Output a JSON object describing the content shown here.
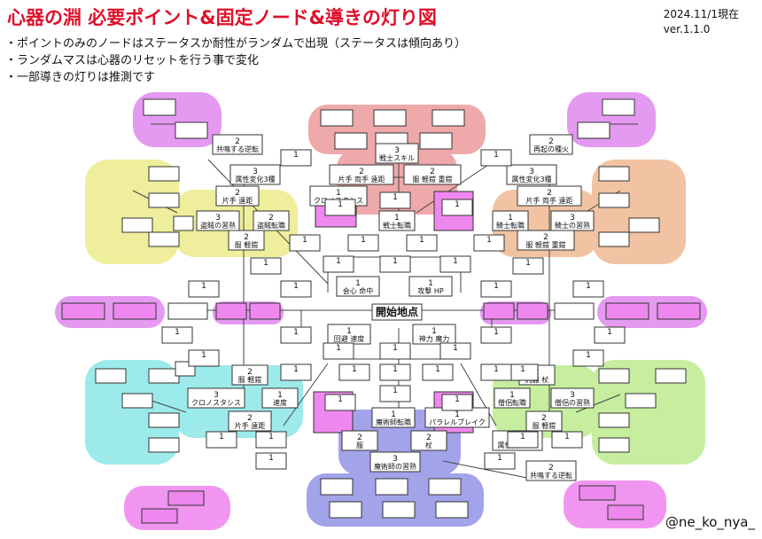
{
  "title": "心器の淵 必要ポイント&固定ノード&導きの灯り図",
  "date": "2024.11/1現在",
  "version": "ver.1.1.0",
  "notes": [
    "・ポイントのみのノードはステータスか耐性がランダムで出現（ステータスは傾向あり）",
    "・ランダムマスは心器のリセットを行う事で変化",
    "・一部導きの灯りは推測です"
  ],
  "credit": "@ne_ko_nya_",
  "start_label": "開始地点",
  "colors": {
    "red": "#eea9aa",
    "purple": "#e49af0",
    "yellow": "#eeee9c",
    "orange": "#f2c3a2",
    "cyan": "#9deaea",
    "green": "#c6ee9e",
    "blue": "#a3a3ea",
    "pink": "#f096f0",
    "node_fill": "#ffffff",
    "node_highlight": "#ee88ee"
  },
  "labeled_nodes": [
    {
      "n": "2",
      "t": "共鳴する逆転"
    },
    {
      "n": "3",
      "t": "属性変化3種"
    },
    {
      "n": "2",
      "t": "片手 遠距"
    },
    {
      "n": "3",
      "t": "盗賊の習熟"
    },
    {
      "n": "2",
      "t": "盗賊転職"
    },
    {
      "n": "2",
      "t": "服 軽鎧"
    },
    {
      "n": "3",
      "t": "戦士スキル"
    },
    {
      "n": "2",
      "t": "片手 両手 遠距"
    },
    {
      "n": "2",
      "t": "服 軽鎧 重鎧"
    },
    {
      "n": "1",
      "t": "クロノスタシス"
    },
    {
      "n": "1",
      "t": "戦士転職"
    },
    {
      "n": "2",
      "t": "再起の種火"
    },
    {
      "n": "3",
      "t": "属性変化3種"
    },
    {
      "n": "2",
      "t": "片手 両手 遠距"
    },
    {
      "n": "1",
      "t": "騎士転職"
    },
    {
      "n": "3",
      "t": "騎士の習熟"
    },
    {
      "n": "2",
      "t": "服 軽鎧 重鎧"
    },
    {
      "n": "1",
      "t": "会心 命中"
    },
    {
      "n": "1",
      "t": "攻撃 HP"
    },
    {
      "n": "1",
      "t": "回避 速度"
    },
    {
      "n": "1",
      "t": "神力 魔力"
    },
    {
      "n": "2",
      "t": "服 軽鎧"
    },
    {
      "n": "3",
      "t": "クロノスタシス"
    },
    {
      "n": "1",
      "t": "速度"
    },
    {
      "n": "2",
      "t": "片手 遠距"
    },
    {
      "n": "2",
      "t": "鈍器 杖"
    },
    {
      "n": "1",
      "t": "僧侶転職"
    },
    {
      "n": "3",
      "t": "僧侶の習熟"
    },
    {
      "n": "2",
      "t": "服 軽鎧"
    },
    {
      "n": "1",
      "t": "魔術師転職"
    },
    {
      "n": "1",
      "t": "パラレルブレイク"
    },
    {
      "n": "2",
      "t": "服"
    },
    {
      "n": "2",
      "t": "杖"
    },
    {
      "n": "3",
      "t": "魔術師の習熟"
    },
    {
      "n": "3",
      "t": "属性変化3種"
    },
    {
      "n": "2",
      "t": "共鳴する逆転"
    }
  ],
  "plain_nodes": [
    "1",
    "1",
    "1",
    "1",
    "1",
    "1",
    "1",
    "1",
    "1",
    "1",
    "1",
    "1",
    "1",
    "1",
    "1",
    "1",
    "1",
    "1",
    "1",
    "1",
    "1",
    "1",
    "1",
    "1",
    "1",
    "1",
    "1",
    "1",
    "1",
    "1",
    "1",
    "1",
    "1",
    "1",
    "1",
    "1",
    "1",
    "1",
    "1",
    "1",
    "1",
    "1",
    "1",
    "1"
  ]
}
